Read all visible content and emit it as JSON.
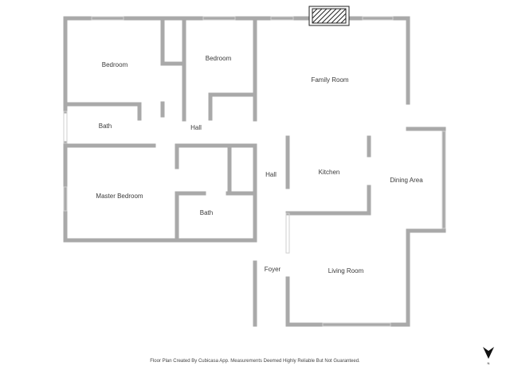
{
  "rooms": {
    "bedroom_1": "Bedroom",
    "bedroom_2": "Bedroom",
    "family_room": "Family Room",
    "bath_1": "Bath",
    "hall_1": "Hall",
    "hall_2": "Hall",
    "kitchen": "Kitchen",
    "dining_area": "Dining Area",
    "master_bedroom": "Master Bedroom",
    "bath_2": "Bath",
    "foyer": "Foyer",
    "living_room": "Living Room"
  },
  "footer": "Floor Plan Created By Cubicasa App. Measurements Deemed Highly Reliable But Not Guaranteed.",
  "compass": {
    "label": "N",
    "icon": "north-arrow-icon"
  },
  "colors": {
    "wall": "#a9a9a9",
    "text": "#3a3a3a"
  }
}
